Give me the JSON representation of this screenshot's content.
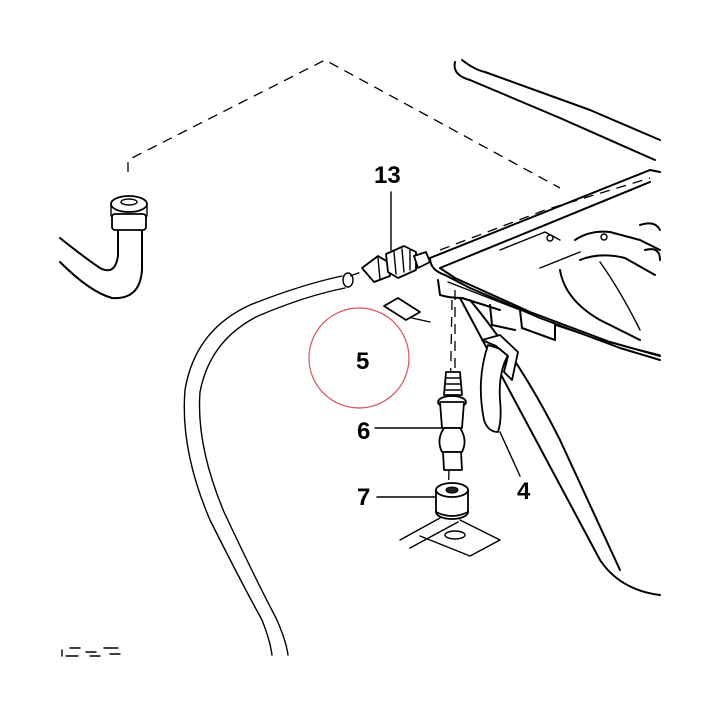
{
  "diagram": {
    "callouts": {
      "part_13": "13",
      "part_5": "5",
      "part_6": "6",
      "part_7": "7",
      "part_4": "4"
    },
    "highlight_color": "#d3545b",
    "line_color": "#000000",
    "background_color": "#ffffff"
  }
}
